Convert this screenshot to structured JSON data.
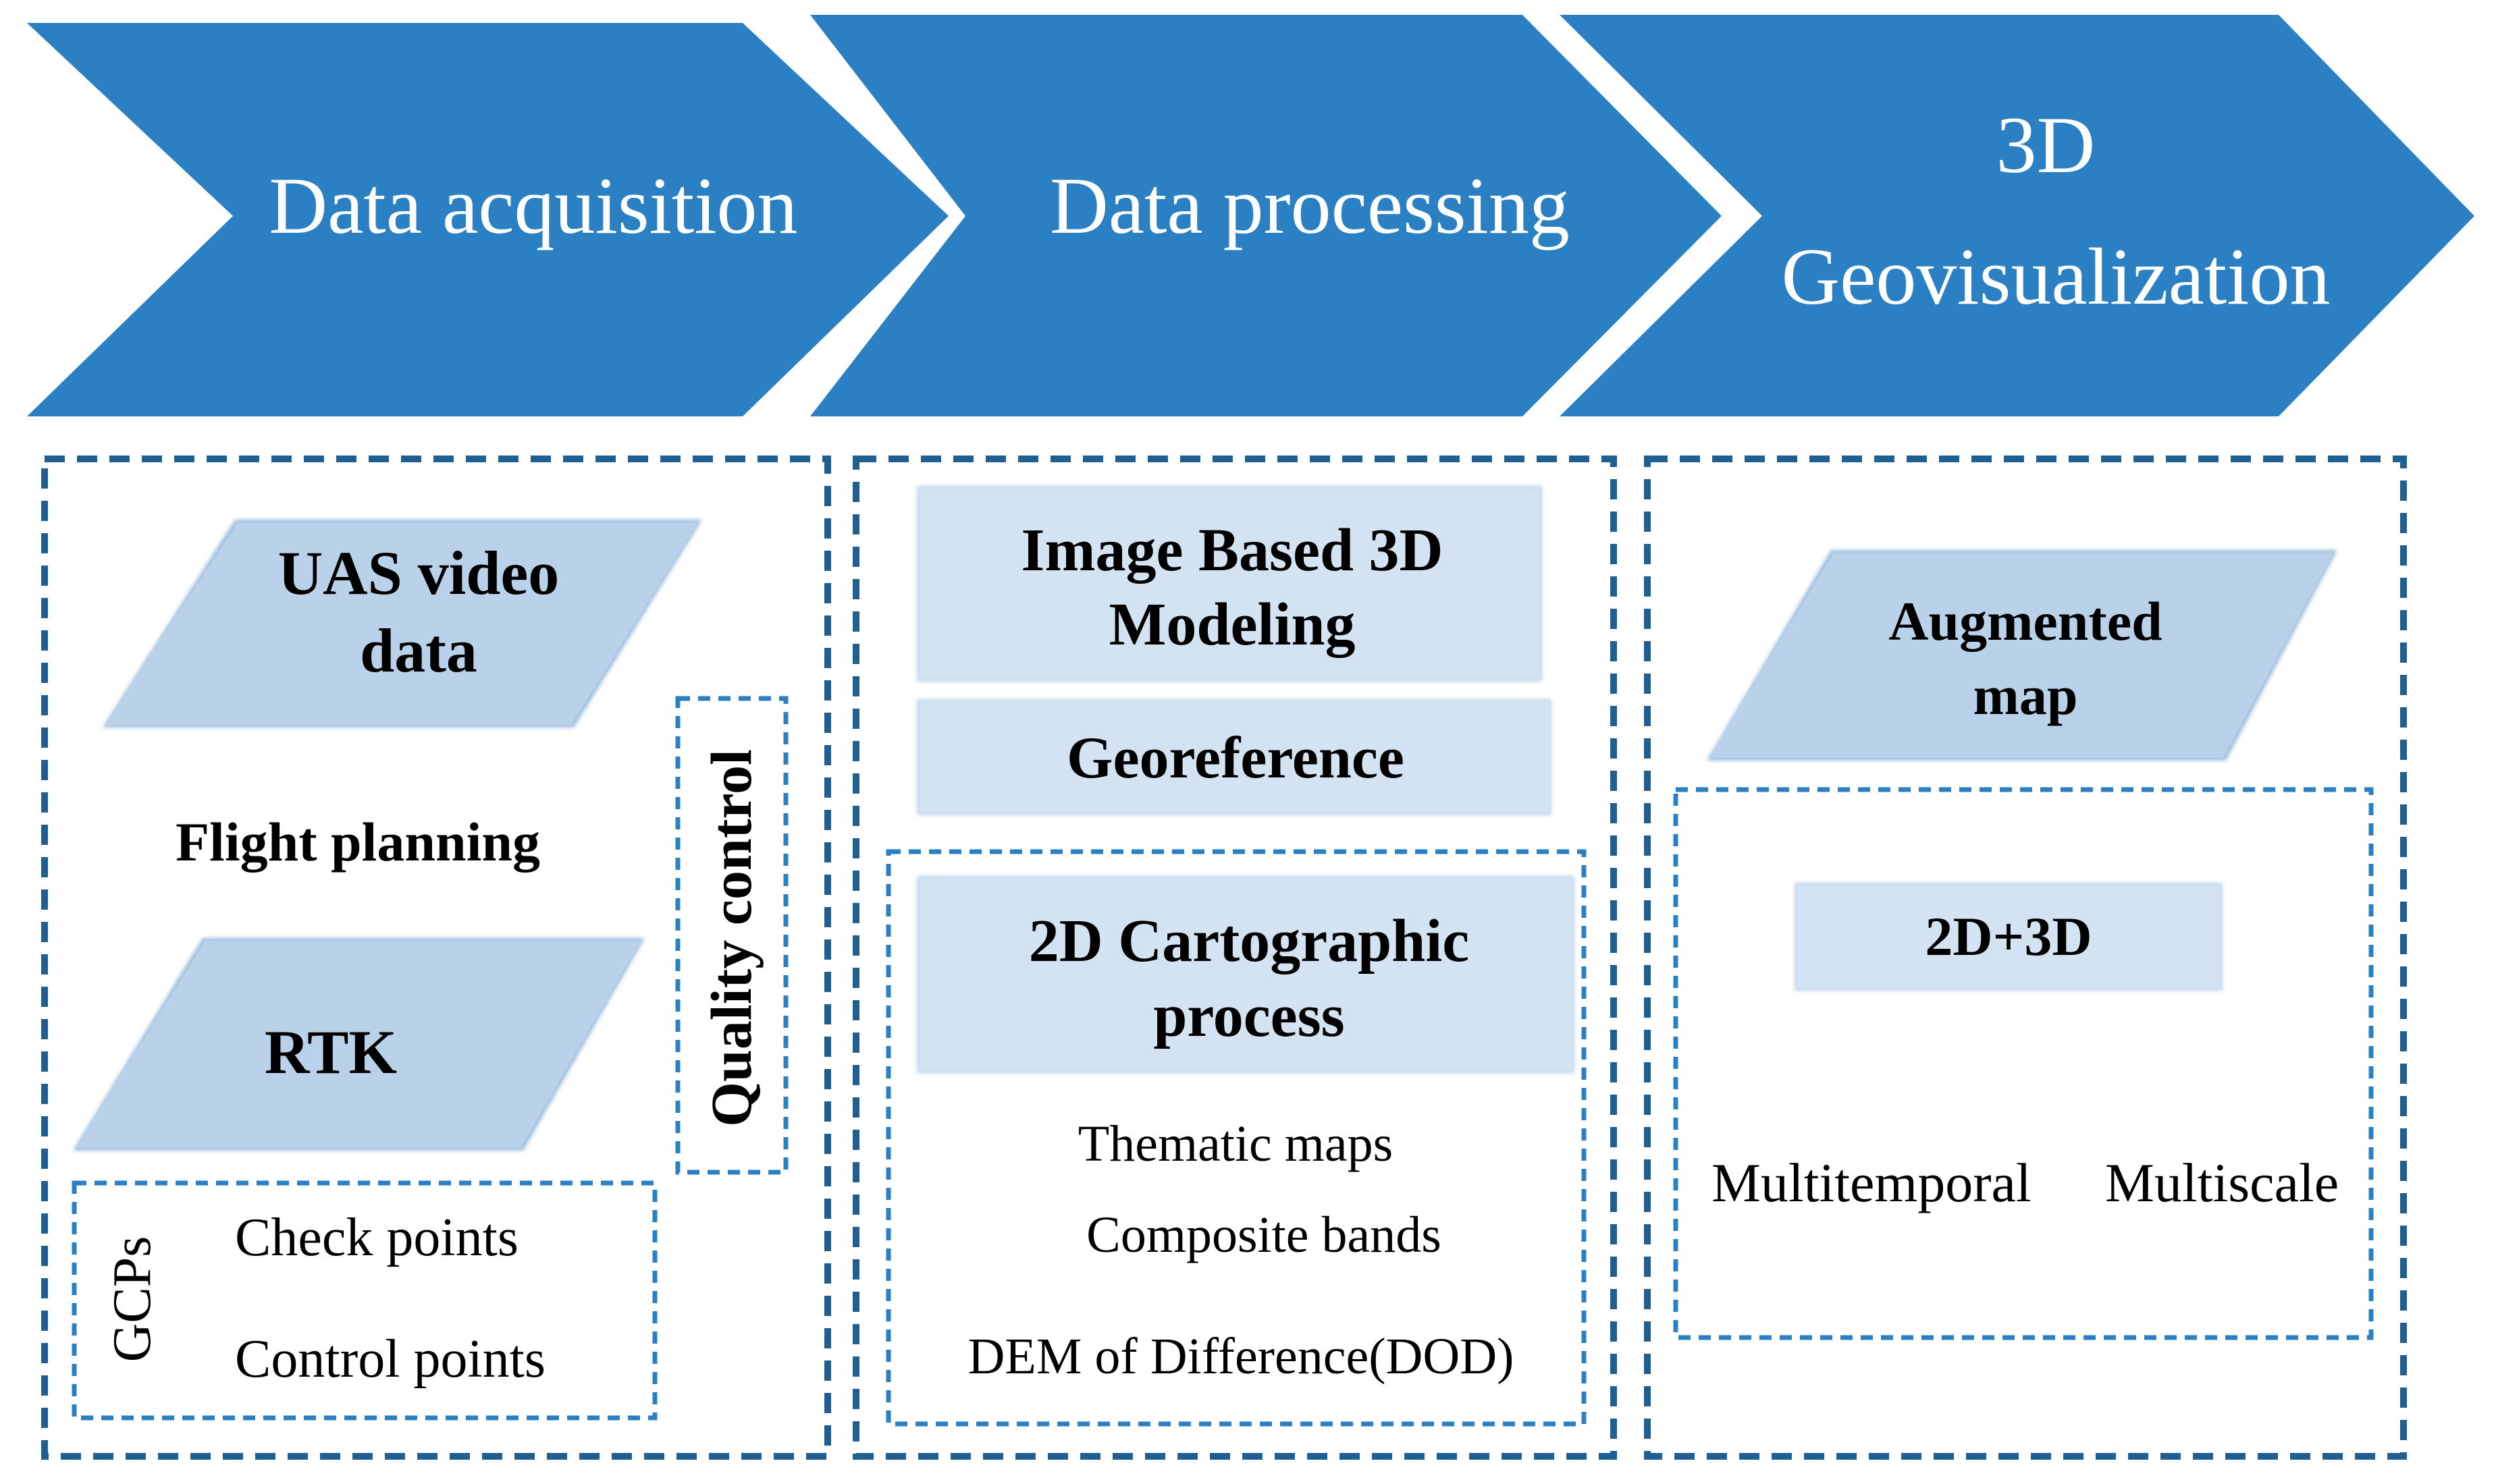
{
  "colors": {
    "chevron_fill": "#2A80C2",
    "light_shape_fill": "#B9D2EA",
    "light_box_fill": "#D3E3F2",
    "dashed_border": "#1F5F92"
  },
  "stages": [
    {
      "label": "Data acquisition"
    },
    {
      "label": "Data processing"
    },
    {
      "label_line1": "3D",
      "label_line2": "Geovisualization"
    }
  ],
  "acquisition": {
    "uas_line1": "UAS video",
    "uas_line2": "data",
    "flight_planning": "Flight planning",
    "rtk": "RTK",
    "quality_control": "Quality control",
    "gcps_label": "GCPs",
    "check_points": "Check points",
    "control_points": "Control points"
  },
  "processing": {
    "ibm_line1": "Image Based 3D",
    "ibm_line2": "Modeling",
    "georeference": "Georeference",
    "carto_line1": "2D Cartographic",
    "carto_line2": "process",
    "thematic_maps": "Thematic maps",
    "composite_bands": "Composite bands",
    "dod": "DEM of Difference(DOD)"
  },
  "geovisualization": {
    "augmented_line1": "Augmented",
    "augmented_line2": "map",
    "dims": "2D+3D",
    "multitemporal": "Multitemporal",
    "multiscale": "Multiscale"
  }
}
